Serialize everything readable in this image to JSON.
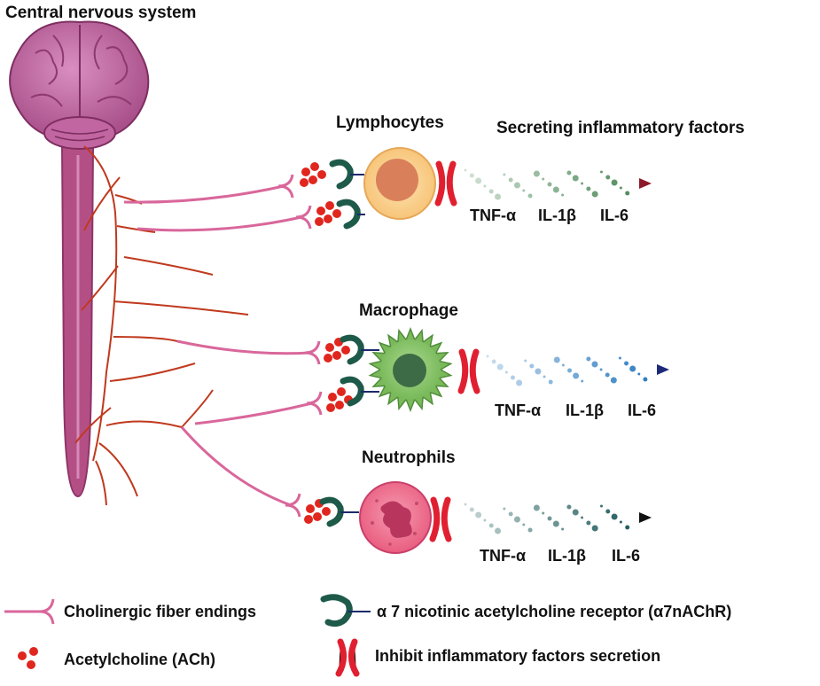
{
  "title": "Central nervous system",
  "header": "Secreting inflammatory factors",
  "cells": [
    {
      "name": "Lymphocytes",
      "factors": [
        "TNF-α",
        "IL-1β",
        "IL-6"
      ],
      "color": "#f7c57a",
      "particle_color": "#4e8a5a",
      "arrow_color": "#8b1a2a"
    },
    {
      "name": "Macrophage",
      "factors": [
        "TNF-α",
        "IL-1β",
        "IL-6"
      ],
      "color": "#8ac46a",
      "particle_color": "#2b7bc0",
      "arrow_color": "#1d2a7a"
    },
    {
      "name": "Neutrophils",
      "factors": [
        "TNF-α",
        "IL-1β",
        "IL-6"
      ],
      "color": "#ef6f8c",
      "particle_color": "#1f5a5a",
      "arrow_color": "#111111"
    }
  ],
  "legend": {
    "fiber": "Cholinergic fiber endings",
    "receptor": "α 7 nicotinic acetylcholine receptor (α7nAChR)",
    "ach": "Acetylcholine (ACh)",
    "inhibit": "Inhibit inflammatory factors  secretion"
  },
  "colors": {
    "nerve": "#c0391e",
    "fiber": "#d9679b",
    "brain": "#b8609a",
    "spine": "#b0467f",
    "receptor": "#1e5a4a",
    "ach": "#e0261e",
    "inhibit": "#e02030"
  }
}
